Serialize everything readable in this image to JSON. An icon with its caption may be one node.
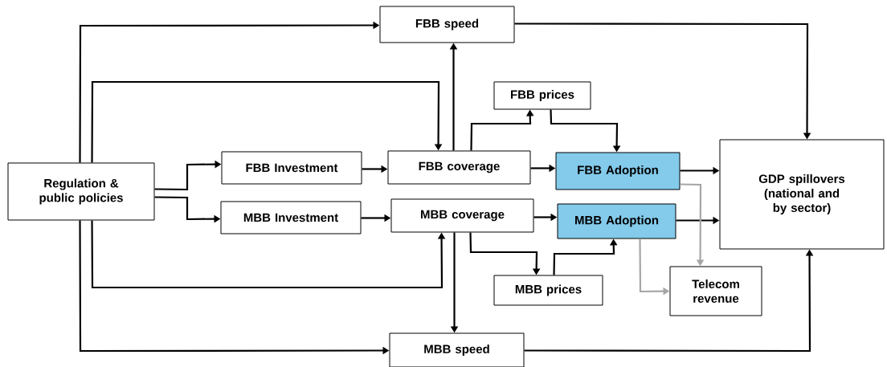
{
  "diagram": {
    "nodes": [
      {
        "text": [
          "Regulation & public policies"
        ]
      },
      {
        "text": [
          "FBB speed"
        ]
      },
      {
        "text": [
          "FBB Investment"
        ]
      },
      {
        "text": [
          "MBB Investment"
        ]
      },
      {
        "text": [
          "FBB coverage"
        ]
      },
      {
        "text": [
          "FBB prices"
        ]
      },
      {
        "text": [
          "FBB Adoption"
        ]
      },
      {
        "text": [
          "MBB coverage"
        ]
      },
      {
        "text": [
          "MBB Adoption"
        ]
      },
      {
        "text": [
          "GDP spillovers (national and by sector)"
        ]
      },
      {
        "text": [
          "MBB prices"
        ]
      },
      {
        "text": [
          "Telecom revenue"
        ]
      },
      {
        "text": [
          "MBB speed"
        ]
      }
    ],
    "edges": [
      {
        "from": 0,
        "to": 1,
        "arrow": "to"
      },
      {
        "from": 0,
        "to": 4,
        "arrow": "to"
      },
      {
        "from": 0,
        "to": 2,
        "arrow": "to"
      },
      {
        "from": 0,
        "to": 3,
        "arrow": "to"
      },
      {
        "from": 0,
        "to": 7,
        "arrow": "to"
      },
      {
        "from": 0,
        "to": 12,
        "arrow": "to"
      },
      {
        "from": 2,
        "to": 4,
        "arrow": "to"
      },
      {
        "from": 3,
        "to": 7,
        "arrow": "to"
      },
      {
        "from": 4,
        "to": 1,
        "arrow": "to"
      },
      {
        "from": 4,
        "to": 5,
        "arrow": "to"
      },
      {
        "from": 5,
        "to": 6,
        "arrow": "to"
      },
      {
        "from": 4,
        "to": 6,
        "arrow": "to"
      },
      {
        "from": 7,
        "to": 8,
        "arrow": "to"
      },
      {
        "from": 7,
        "to": 10,
        "arrow": "to"
      },
      {
        "from": 10,
        "to": 8,
        "arrow": "to"
      },
      {
        "from": 7,
        "to": 12,
        "arrow": "to"
      },
      {
        "from": 6,
        "to": 9,
        "arrow": "to"
      },
      {
        "from": 8,
        "to": 9,
        "arrow": "to"
      },
      {
        "from": 6,
        "to": 11,
        "arrow": "to",
        "color": "#a6a6a6"
      },
      {
        "from": 8,
        "to": 11,
        "arrow": "to",
        "color": "#a6a6a6"
      },
      {
        "from": 1,
        "to": 9,
        "arrow": "to"
      },
      {
        "from": 12,
        "to": 9,
        "arrow": "to"
      }
    ]
  }
}
